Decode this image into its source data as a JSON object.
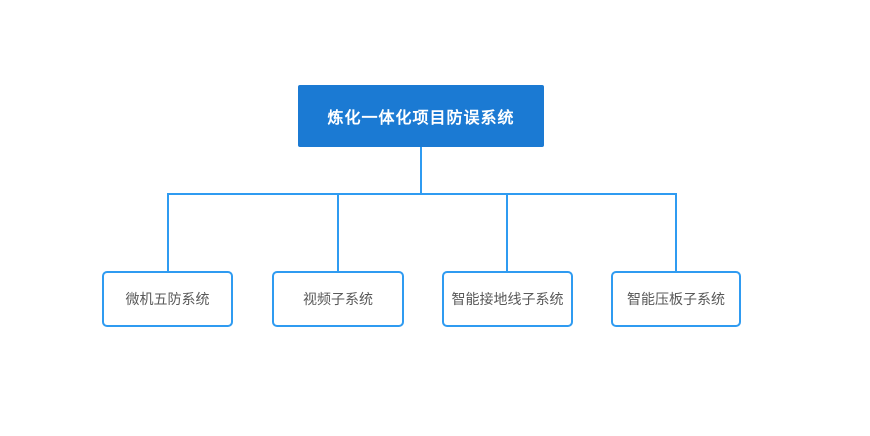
{
  "diagram": {
    "type": "org-chart",
    "root": {
      "label": "炼化一体化项目防误系统"
    },
    "children": [
      {
        "label": "微机五防系统"
      },
      {
        "label": "视频子系统"
      },
      {
        "label": "智能接地线子系统"
      },
      {
        "label": "智能压板子系统"
      }
    ],
    "colors": {
      "background": "#ffffff",
      "root_fill": "#1b7ad3",
      "root_text": "#ffffff",
      "connector": "#2f9bf1",
      "child_border": "#2f9bf1",
      "child_bg": "#ffffff",
      "child_text": "#595959"
    }
  }
}
